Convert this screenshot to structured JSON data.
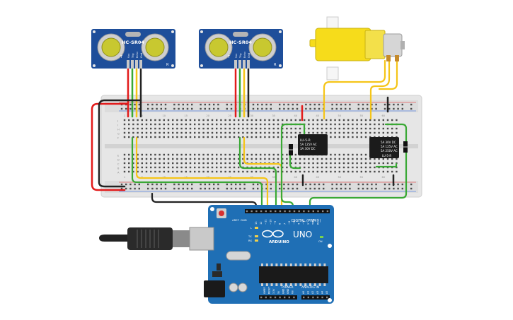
{
  "sensors": [
    {
      "label": "HC-SR04",
      "pins": [
        "Vcc",
        "Trig",
        "Echo",
        "Gnd"
      ],
      "corner_left": "T",
      "corner_right": "R"
    },
    {
      "label": "HC-SR04",
      "pins": [
        "Vcc",
        "Trig",
        "Echo",
        "Gnd"
      ],
      "corner_left": "T",
      "corner_right": "R"
    }
  ],
  "breadboard": {
    "row_letters_top": [
      "J",
      "I",
      "H",
      "G",
      "F"
    ],
    "row_letters_bottom": [
      "E",
      "D",
      "C",
      "B",
      "A"
    ],
    "column_numbers": [
      "1",
      "5",
      "10",
      "15",
      "20",
      "25",
      "30",
      "35",
      "40",
      "45",
      "50",
      "55",
      "60"
    ]
  },
  "relays": [
    {
      "line1": "LU-5-R",
      "line2": "5A 125V AC",
      "line3": "3A 30V DC",
      "line4": ""
    },
    {
      "line1": "5A 30V DC",
      "line2": "5A 125V AC",
      "line3": "5A 250V AC",
      "line4": "LU-5-R"
    }
  ],
  "arduino": {
    "brand": "ARDUINO",
    "model": "UNO",
    "digital_label": "DIGITAL (PWM~)",
    "power_label": "POWER",
    "analog_label": "ANALOG IN",
    "aref_label": "AREF",
    "gnd_label": "GND",
    "led_labels": [
      "L",
      "TX",
      "RX"
    ],
    "on_label": "ON",
    "digital_pins": [
      "13",
      "12",
      "~11",
      "~10",
      "~9",
      "8",
      "7",
      "~6",
      "~5",
      "4",
      "~3",
      "2",
      "TX 1",
      "RX 0"
    ],
    "power_pins": [
      "IOREF",
      "RESET",
      "3.3V",
      "5V",
      "GND",
      "GND",
      "Vin"
    ],
    "analog_pins": [
      "A0",
      "A1",
      "A2",
      "A3",
      "A4",
      "A5"
    ]
  },
  "colors": {
    "wire_red": "#e21b1b",
    "wire_black": "#222222",
    "wire_green": "#3aa935",
    "wire_yellow": "#f5c518",
    "sensor_blue": "#1e4e9a",
    "arduino_blue": "#1f6fb5",
    "breadboard": "#e6e6e6",
    "motor_yellow": "#f6dc1b"
  }
}
